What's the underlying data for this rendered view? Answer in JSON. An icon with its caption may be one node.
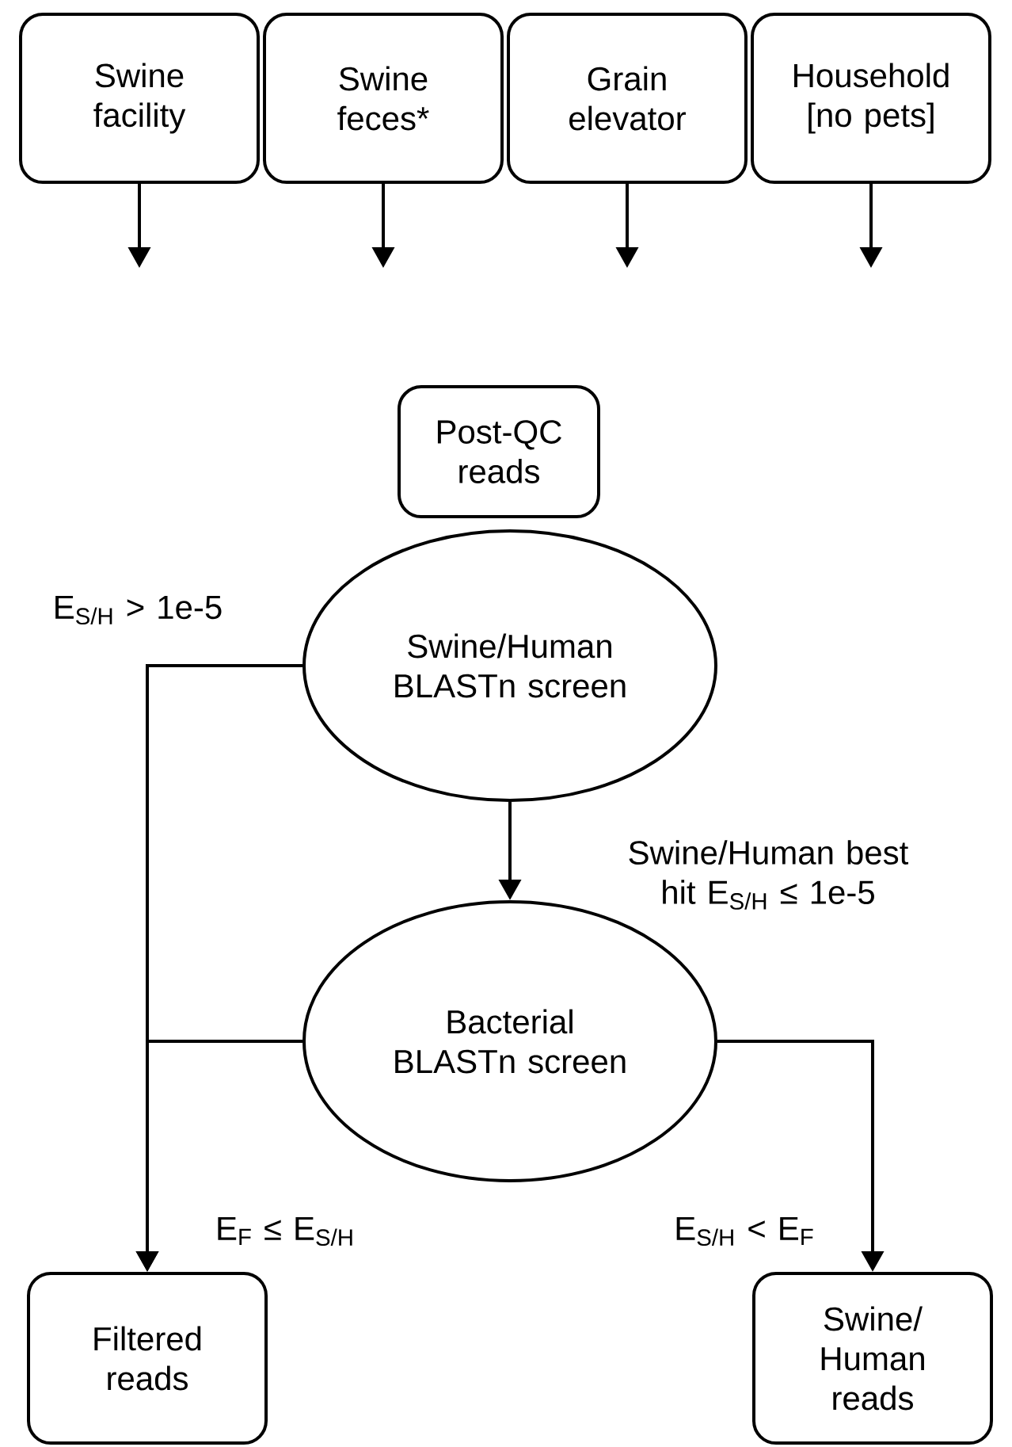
{
  "diagram": {
    "nodes": [
      {
        "text": [
          "Swine facility"
        ]
      },
      {
        "text": [
          "Swine feces*"
        ]
      },
      {
        "text": [
          "Grain elevator"
        ]
      },
      {
        "text": [
          "Household [no pets]"
        ]
      },
      {
        "text": [
          "Post-QC reads"
        ]
      },
      {
        "text": [
          "Swine/Human BLASTn screen"
        ]
      },
      {
        "text": [
          "Bacterial BLASTn screen"
        ]
      },
      {
        "text": [
          "Filtered reads"
        ]
      },
      {
        "text": [
          "Swine/ Human reads"
        ]
      }
    ],
    "edges": [
      {
        "from": 0,
        "to": null,
        "arrow": "to"
      },
      {
        "from": 1,
        "to": null,
        "arrow": "to"
      },
      {
        "from": 2,
        "to": null,
        "arrow": "to"
      },
      {
        "from": 3,
        "to": null,
        "arrow": "to"
      },
      {
        "from": 5,
        "to": 6,
        "arrow": "to",
        "label": "Swine/Human best hit E$_{S/H}$ ≤  1e-5"
      },
      {
        "from": 5,
        "to": 7,
        "arrow": "to",
        "label": "E$_{S/H}$ > 1e-5"
      },
      {
        "from": 6,
        "to": 7,
        "arrow": "to",
        "label": "E$_{F}$ ≤ E$_{S/H}$"
      },
      {
        "from": 6,
        "to": 8,
        "arrow": "to",
        "label": "E$_{S/H}$ < E$_{F}$"
      }
    ]
  }
}
